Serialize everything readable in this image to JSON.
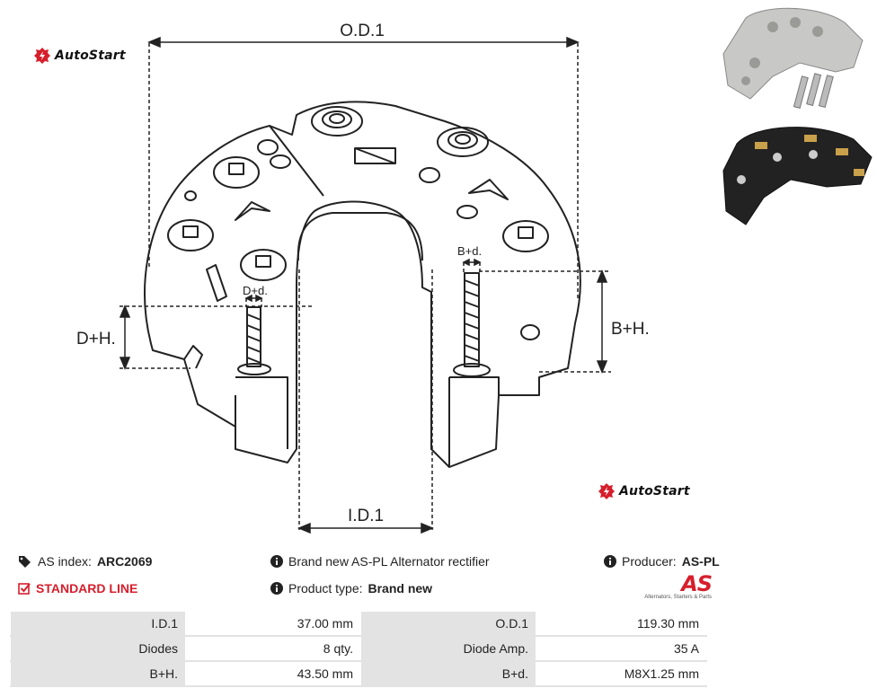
{
  "brand": {
    "name": "AutoStart",
    "color": "#d61f2c"
  },
  "diagram": {
    "od_label": "O.D.1",
    "id_label": "I.D.1",
    "dh_label": "D+H.",
    "bh_label": "B+H.",
    "dd_label": "D+d.",
    "bd_label": "B+d."
  },
  "info": {
    "as_index_label": "AS index:",
    "as_index_value": "ARC2069",
    "line_label": "STANDARD LINE",
    "description": "Brand new AS-PL Alternator rectifier",
    "product_type_label": "Product type:",
    "product_type_value": "Brand new",
    "producer_label": "Producer:",
    "producer_value": "AS-PL",
    "producer_logo_text": "AS",
    "producer_tagline": "Alternators, Starters & Parts"
  },
  "specs": [
    {
      "label1": "I.D.1",
      "value1": "37.00 mm",
      "label2": "O.D.1",
      "value2": "119.30 mm"
    },
    {
      "label1": "Diodes",
      "value1": "8 qty.",
      "label2": "Diode Amp.",
      "value2": "35 A"
    },
    {
      "label1": "B+H.",
      "value1": "43.50 mm",
      "label2": "B+d.",
      "value2": "M8X1.25 mm"
    }
  ]
}
